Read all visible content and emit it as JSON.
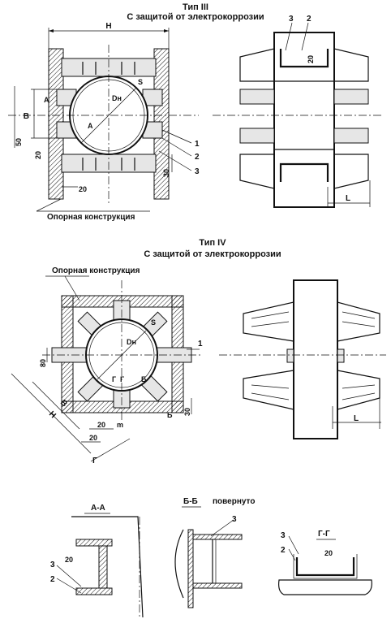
{
  "type3": {
    "title": "Тип III",
    "subtitle": "С защитой от электрокоррозии",
    "dim_h": "H",
    "dim_b": "B",
    "dim_50": "50",
    "dim_20a": "20",
    "dim_20b": "20",
    "dim_30": "30",
    "dim_20c": "20",
    "dim_l": "L",
    "label_dn": "Dн",
    "label_s": "S",
    "section_a1": "А",
    "section_a2": "А",
    "callout_1": "1",
    "callout_2": "2",
    "callout_3": "3",
    "callout_3b": "3",
    "callout_2b": "2",
    "support": "Опорная конструкция"
  },
  "type4": {
    "title": "Тип IV",
    "subtitle": "С защитой от электрокоррозии",
    "support": "Опорная конструкция",
    "dim_80": "80",
    "dim_b": "B",
    "dim_h": "H",
    "dim_20a": "20",
    "dim_20b": "20",
    "dim_30": "30",
    "dim_m": "m",
    "dim_g": "Г",
    "dim_l": "L",
    "label_dn": "Dн",
    "label_s": "S",
    "sec_g1": "Г",
    "sec_g2": "Г",
    "sec_b1": "Б",
    "sec_b2": "Б",
    "callout_1": "1"
  },
  "sections": {
    "aa_title": "А-А",
    "bb_title": "Б-Б",
    "bb_note": "повернуто",
    "gg_title": "Г-Г",
    "aa_3": "3",
    "aa_2": "2",
    "aa_20": "20",
    "bb_3": "3",
    "gg_3": "3",
    "gg_2": "2",
    "gg_20": "20"
  }
}
